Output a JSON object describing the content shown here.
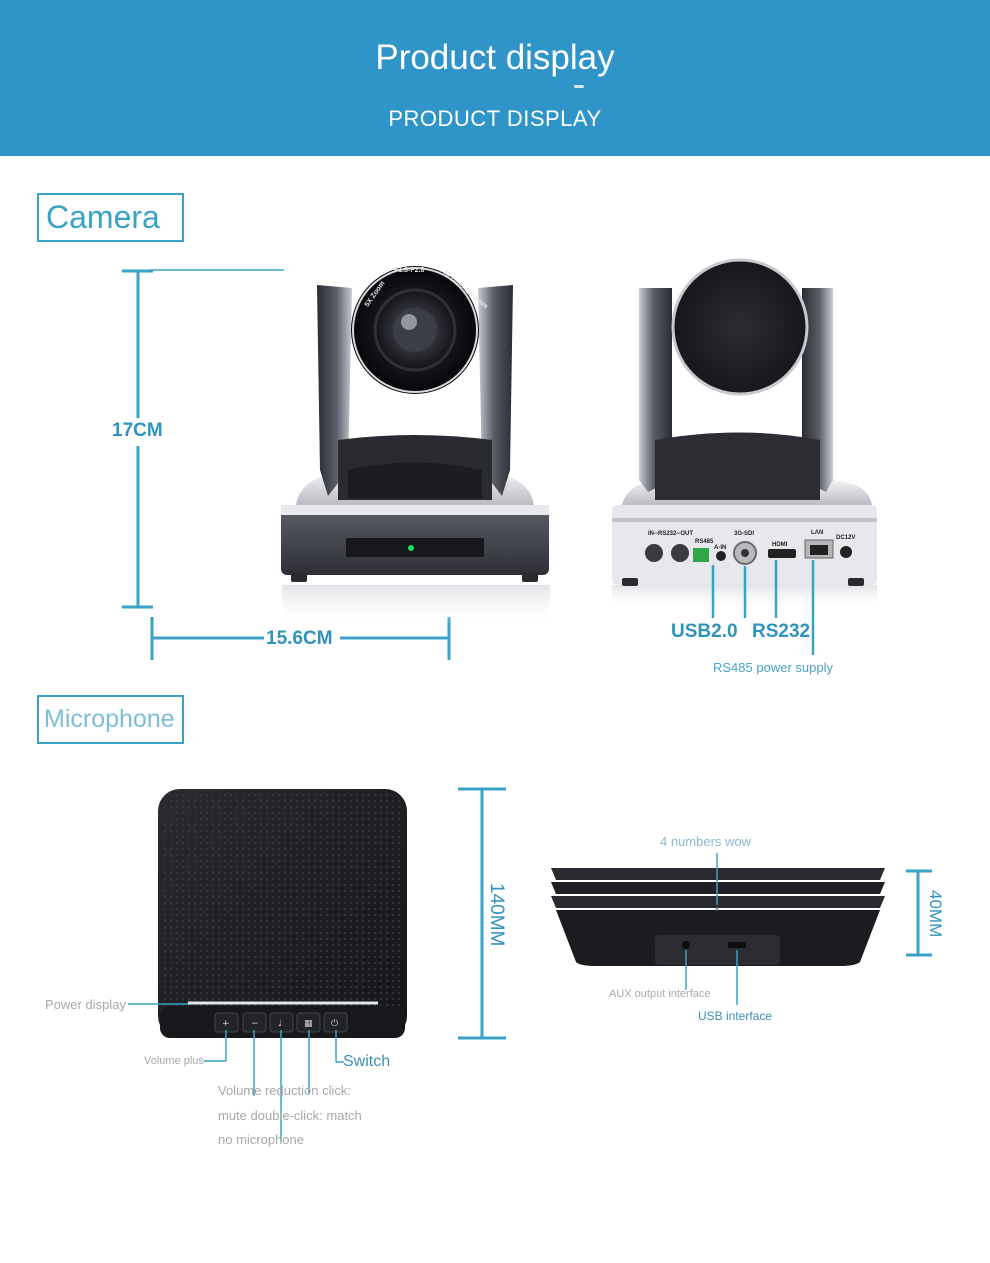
{
  "header": {
    "title": "Product display",
    "subtitle": "PRODUCT DISPLAY"
  },
  "camera": {
    "section_label": "Camera",
    "height_label": "17CM",
    "width_label": "15.6CM",
    "lens_text_1": "5X Zoom",
    "lens_text_2": "F1.8-F2.8",
    "lens_text_3": "f3.1mm-f15.5mm",
    "panel_labels": {
      "rs232": "IN--RS232--OUT",
      "rs485": "RS485",
      "sdi": "3G-SDI",
      "ain": "A-IN",
      "hdmi": "HDMI",
      "lan": "LAN",
      "dc": "DC12V"
    },
    "port_usb": "USB2.0",
    "port_rs232": "RS232",
    "port_rs485": "RS485 power supply"
  },
  "microphone": {
    "section_label": "Microphone",
    "height_label": "140MM",
    "thickness_label": "40MM",
    "power_display": "Power display",
    "volume_plus": "Volume plus",
    "switch": "Switch",
    "volume_reduction": "Volume reduction click:",
    "mute_line": "mute double-click: match",
    "no_mic": "no microphone",
    "four_numbers": "4 numbers wow",
    "aux": "AUX output interface",
    "usb": "USB interface"
  },
  "colors": {
    "banner": "#2f94c8",
    "accent": "#2f93bd",
    "device_dark": "#1f2024"
  }
}
